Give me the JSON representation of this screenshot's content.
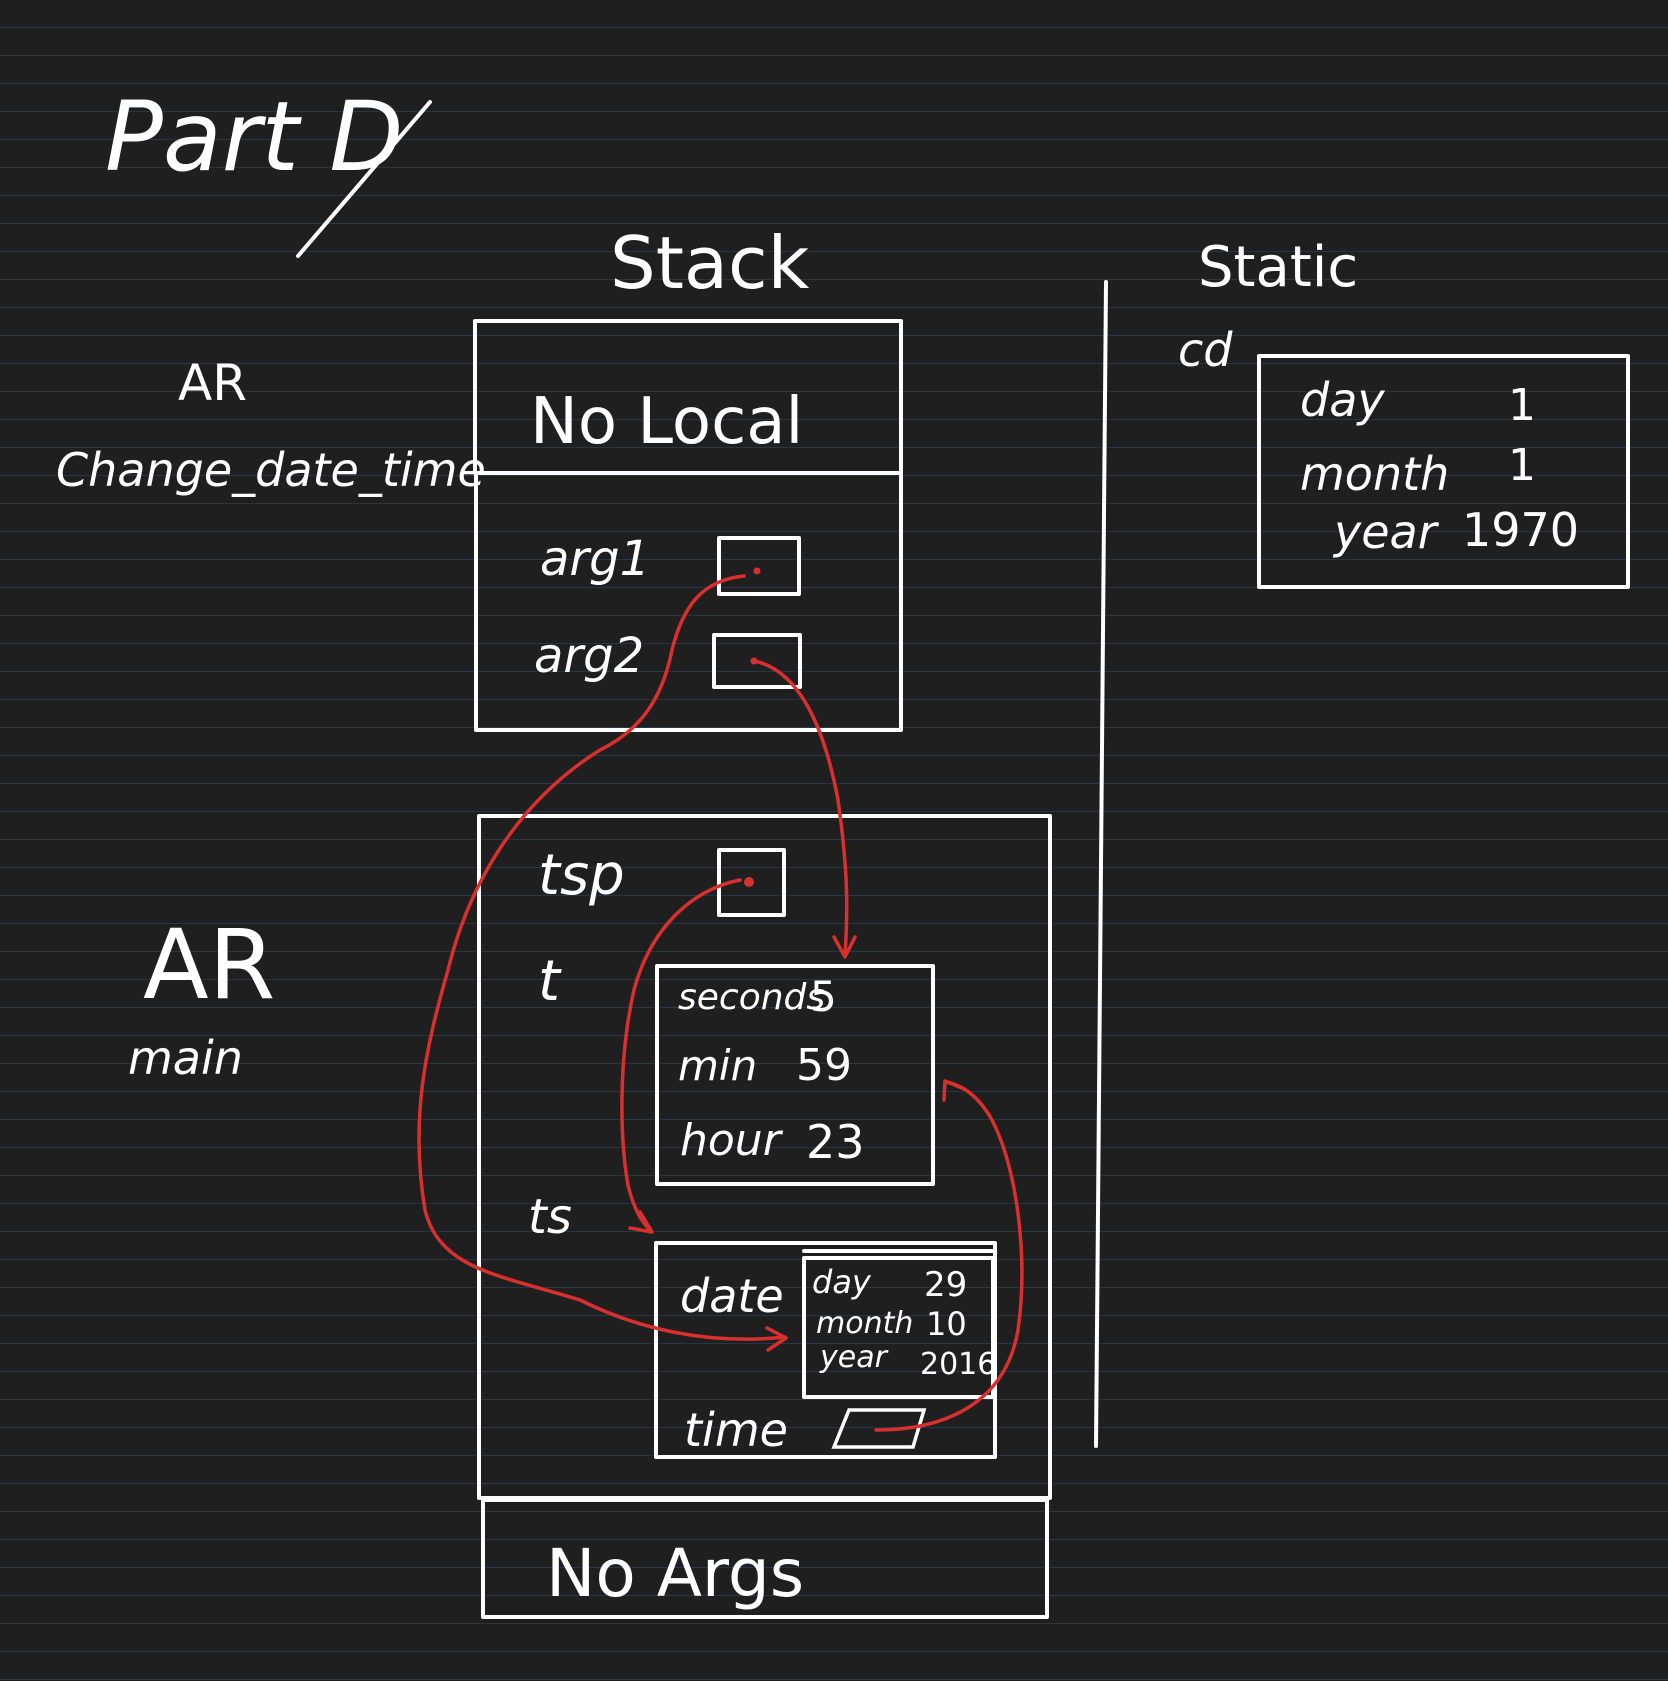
{
  "colors": {
    "background": "#201f1f",
    "rule_lines": "#25364a",
    "ink": "#ffffff",
    "pointer_arrows": "#d8302f"
  },
  "title": "Part D",
  "headings": {
    "stack": "Stack",
    "static": "Static"
  },
  "frames": {
    "change_date_time": {
      "ar": "AR",
      "name": "Change_date_time",
      "locals": "No Local",
      "args": [
        "arg1",
        "arg2"
      ]
    },
    "main": {
      "ar": "AR",
      "name": "main",
      "vars": {
        "tsp": "tsp",
        "t": "t",
        "ts": "ts"
      },
      "args": "No Args"
    }
  },
  "t_struct": [
    {
      "name": "seconds",
      "value": "5"
    },
    {
      "name": "min",
      "value": "59"
    },
    {
      "name": "hour",
      "value": "23"
    }
  ],
  "ts_struct": {
    "date_label": "date",
    "time_label": "time",
    "date": [
      {
        "name": "day",
        "value": "29"
      },
      {
        "name": "month",
        "value": "10"
      },
      {
        "name": "year",
        "value": "2016"
      }
    ]
  },
  "static_var": {
    "name": "cd",
    "fields": [
      {
        "name": "day",
        "value": "1"
      },
      {
        "name": "month",
        "value": "1"
      },
      {
        "name": "year",
        "value": "1970"
      }
    ]
  },
  "icons": {
    "title_slash": "slash-stroke",
    "pointer": "red-arrow"
  }
}
